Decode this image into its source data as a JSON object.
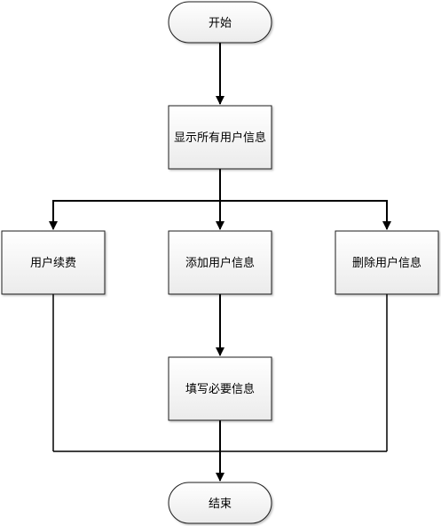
{
  "diagram": {
    "nodes": {
      "start": "开始",
      "show_all": "显示所有用户信息",
      "renew": "用户续费",
      "add": "添加用户信息",
      "delete": "删除用户信息",
      "fill": "填写必要信息",
      "end": "结束"
    },
    "colors": {
      "box_fill_top": "#ffffff",
      "box_fill_bottom": "#eeeeee",
      "border": "#1f1f1f",
      "line": "#000000"
    }
  }
}
